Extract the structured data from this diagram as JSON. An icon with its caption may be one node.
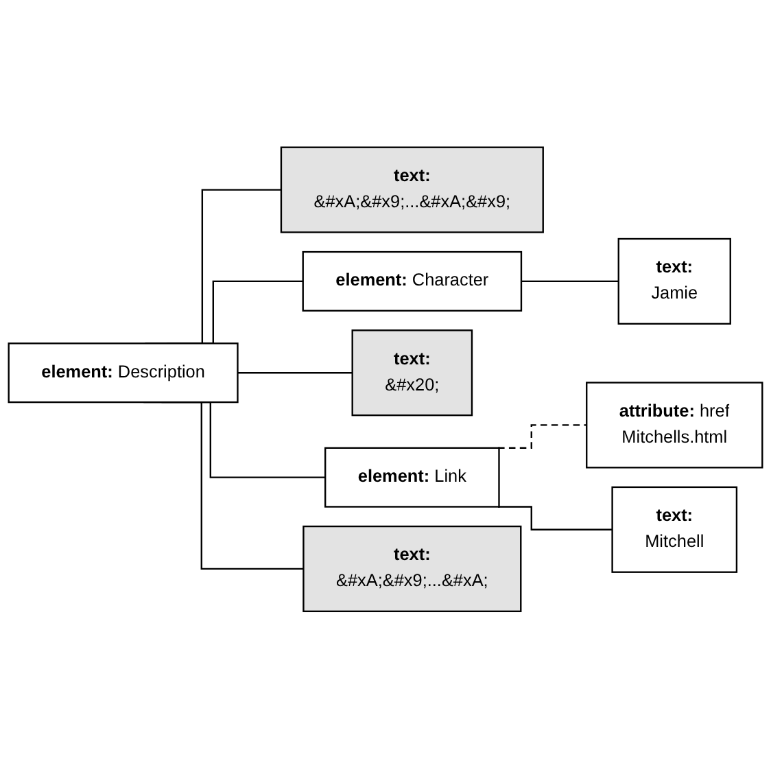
{
  "diagram": {
    "nodes": [
      {
        "text": [
          "**element:** Description"
        ]
      },
      {
        "text": [
          "**text:**",
          "&#xA;&#x9;...&#xA;&#x9;"
        ]
      },
      {
        "text": [
          "**element:** Character"
        ]
      },
      {
        "text": [
          "**text:**",
          "Jamie"
        ]
      },
      {
        "text": [
          "**text:**",
          "&#x20;"
        ]
      },
      {
        "text": [
          "**element:** Link"
        ]
      },
      {
        "text": [
          "**attribute:** href",
          "Mitchells.html"
        ]
      },
      {
        "text": [
          "**text:**",
          "Mitchell"
        ]
      },
      {
        "text": [
          "**text:**",
          "&#xA;&#x9;...&#xA;"
        ]
      }
    ],
    "edges": [
      {
        "from": 0,
        "to": 1,
        "arrow": "none"
      },
      {
        "from": 0,
        "to": 2,
        "arrow": "none"
      },
      {
        "from": 2,
        "to": 3,
        "arrow": "none"
      },
      {
        "from": 0,
        "to": 4,
        "arrow": "none"
      },
      {
        "from": 0,
        "to": 5,
        "arrow": "none"
      },
      {
        "from": 5,
        "to": 6,
        "arrow": "none",
        "style": "dashed"
      },
      {
        "from": 5,
        "to": 7,
        "arrow": "none"
      },
      {
        "from": 0,
        "to": 8,
        "arrow": "none"
      }
    ]
  }
}
